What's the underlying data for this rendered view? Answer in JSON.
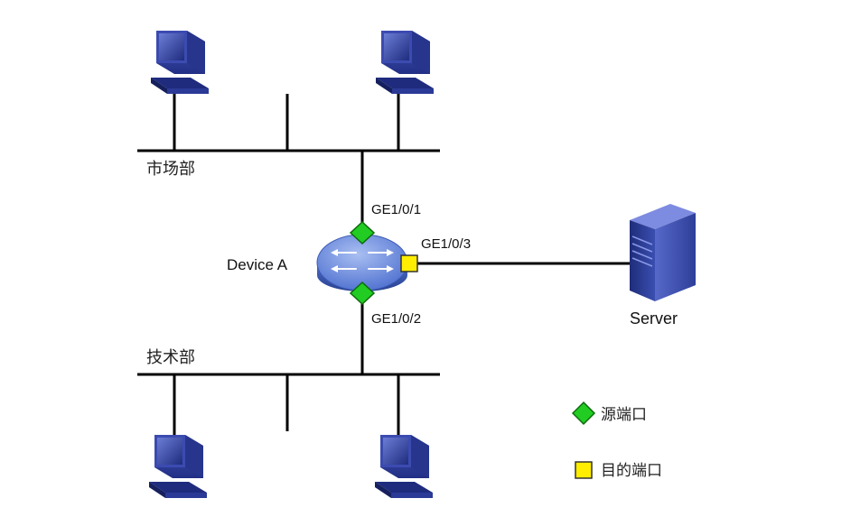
{
  "device": {
    "name": "Device A"
  },
  "server": {
    "name": "Server"
  },
  "segments": {
    "top": {
      "name": "市场部"
    },
    "bottom": {
      "name": "技术部"
    }
  },
  "ports": {
    "p1": {
      "name": "GE1/0/1",
      "role": "source"
    },
    "p2": {
      "name": "GE1/0/2",
      "role": "source"
    },
    "p3": {
      "name": "GE1/0/3",
      "role": "destination"
    }
  },
  "legend": {
    "source_label": "源端口",
    "destination_label": "目的端口"
  },
  "colors": {
    "line": "#000000",
    "source_port": "#22cc22",
    "destination_port": "#ffee00",
    "pc": "#2e3f9e",
    "switch": "#5b7fd6",
    "server": "#2a3a8f"
  }
}
